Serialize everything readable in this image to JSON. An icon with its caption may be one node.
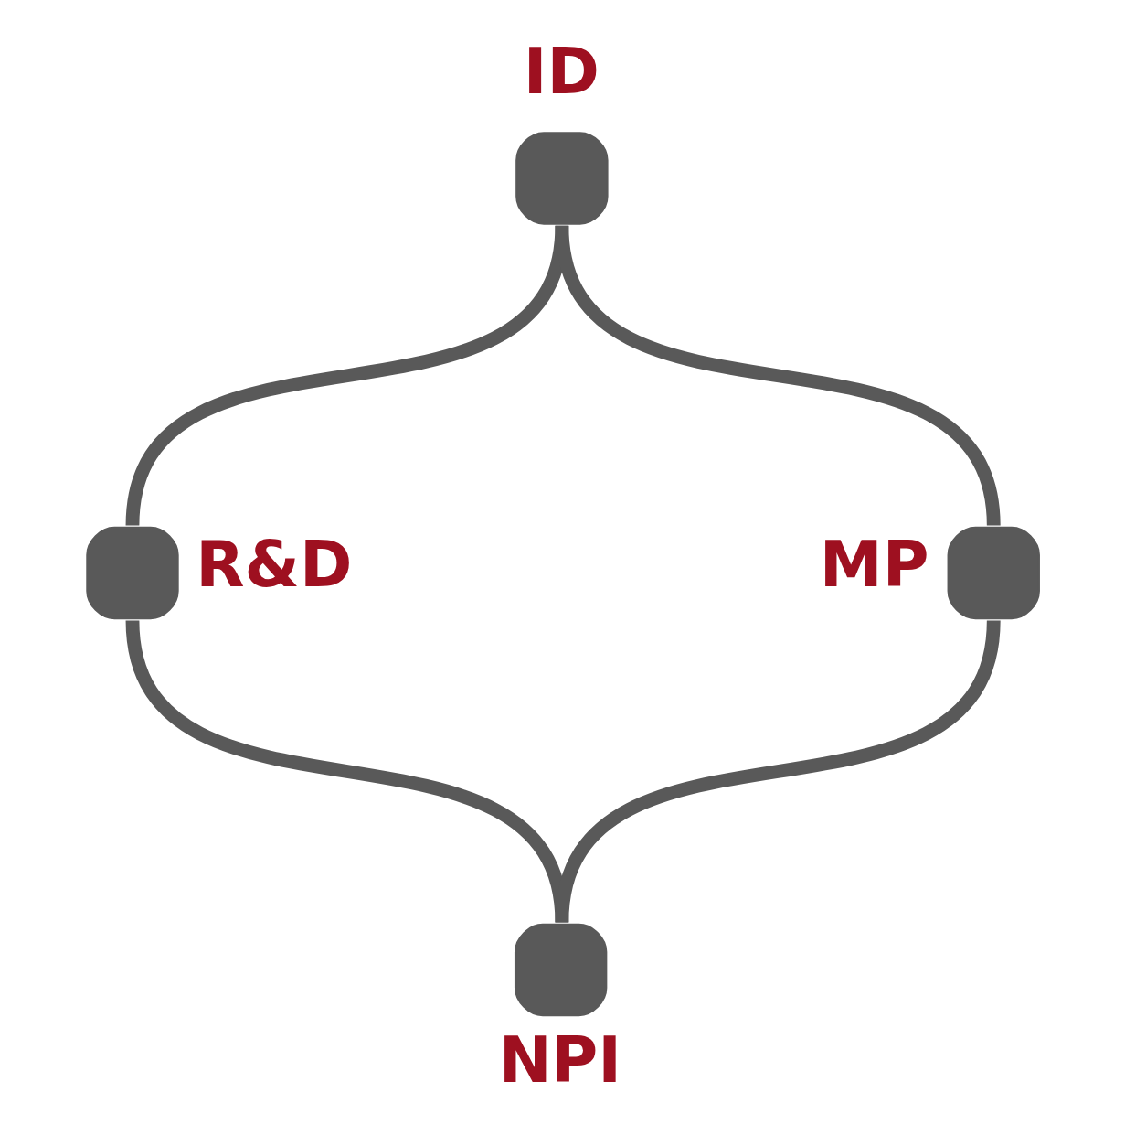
{
  "diagram": {
    "nodes": [
      {
        "text": [
          "ID"
        ]
      },
      {
        "text": [
          "R&D"
        ]
      },
      {
        "text": [
          "NPI"
        ]
      },
      {
        "text": [
          "MP"
        ]
      }
    ],
    "edges": [
      {
        "from": 0,
        "to": 1,
        "arrow": "none"
      },
      {
        "from": 1,
        "to": 2,
        "arrow": "none"
      },
      {
        "from": 2,
        "to": 3,
        "arrow": "none"
      },
      {
        "from": 3,
        "to": 0,
        "arrow": "none"
      }
    ]
  }
}
